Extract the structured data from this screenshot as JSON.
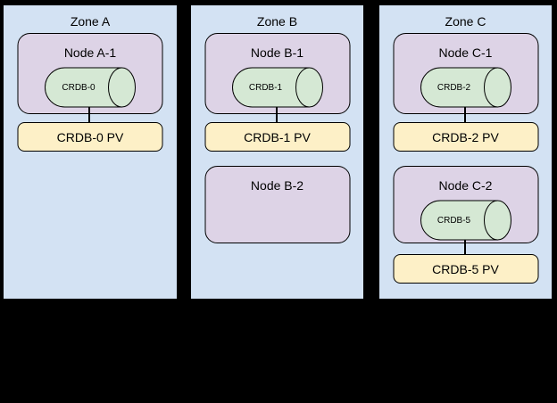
{
  "colors": {
    "canvas_bg": "#000000",
    "zone_fill": "#d3e2f3",
    "node_fill": "#ddd3e6",
    "pod_fill": "#d5e8d4",
    "pv_fill": "#fdf0c7",
    "stroke": "#000000"
  },
  "zones": [
    {
      "label": "Zone A",
      "node1": {
        "label": "Node A-1",
        "pod": "CRDB-0"
      },
      "pv1": "CRDB-0 PV"
    },
    {
      "label": "Zone B",
      "node1": {
        "label": "Node B-1",
        "pod": "CRDB-1"
      },
      "pv1": "CRDB-1 PV",
      "node2": {
        "label": "Node B-2"
      }
    },
    {
      "label": "Zone C",
      "node1": {
        "label": "Node C-1",
        "pod": "CRDB-2"
      },
      "pv1": "CRDB-2 PV",
      "node2": {
        "label": "Node C-2",
        "pod": "CRDB-5"
      },
      "pv2": "CRDB-5 PV"
    }
  ]
}
